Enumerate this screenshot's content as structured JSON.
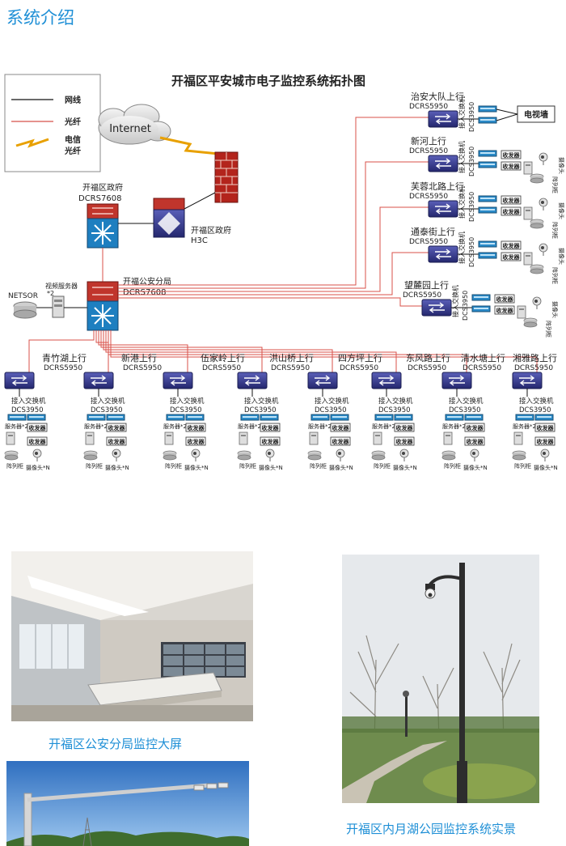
{
  "page": {
    "heading": "系统介绍",
    "diagram_title": "开福区平安城市电子监控系统拓扑图"
  },
  "legend": {
    "items": [
      {
        "label": "网线",
        "color": "#111111"
      },
      {
        "label": "光纤",
        "color": "#d8504a"
      },
      {
        "label": "电信",
        "color": "#e8a000"
      },
      {
        "label": "光纤",
        "color": "#e8a000"
      }
    ]
  },
  "internet_label": "Internet",
  "core": {
    "gov_core": {
      "name": "开福区政府",
      "model": "DCRS7608"
    },
    "gov_router": {
      "name": "开福区政府",
      "model": "H3C"
    },
    "police_core": {
      "name": "开福公安分局",
      "model": "DCRS7608"
    },
    "netsor": "NETSOR",
    "video_server": "视频服务器",
    "video_server_qty": "*2"
  },
  "right_sites": [
    {
      "name": "治安大队上行",
      "model": "DCRS5950",
      "access": "接入交换机",
      "access_model": "DCS3950",
      "extra": "电视墙"
    },
    {
      "name": "新河上行",
      "model": "DCRS5950",
      "access": "接入交换机",
      "access_model": "DCS3950"
    },
    {
      "name": "芙蓉北路上行",
      "model": "DCRS5950",
      "access": "接入交换机",
      "access_model": "DCS3950"
    },
    {
      "name": "通泰街上行",
      "model": "DCRS5950",
      "access": "接入交换机",
      "access_model": "DCS3950"
    },
    {
      "name": "望麓园上行",
      "model": "DCRS5950",
      "access": "接入交换机",
      "access_model": "DCS3950"
    }
  ],
  "bottom_sites": [
    {
      "name": "青竹湖上行",
      "model": "DCRS5950",
      "access": "接入交换机",
      "access_model": "DCS3950"
    },
    {
      "name": "新港上行",
      "model": "DCRS5950",
      "access": "接入交换机",
      "access_model": "DCS3950"
    },
    {
      "name": "伍家岭上行",
      "model": "DCRS5950",
      "access": "接入交换机",
      "access_model": "DCS3950"
    },
    {
      "name": "洪山桥上行",
      "model": "DCRS5950",
      "access": "接入交换机",
      "access_model": "DCS3950"
    },
    {
      "name": "四方坪上行",
      "model": "DCRS5950",
      "access": "接入交换机",
      "access_model": "DCS3950"
    },
    {
      "name": "东风路上行",
      "model": "DCRS5950",
      "access": "接入交换机",
      "access_model": "DCS3950"
    },
    {
      "name": "清水塘上行",
      "model": "DCRS5950",
      "access": "接入交换机",
      "access_model": "DCS3950"
    },
    {
      "name": "湘雅路上行",
      "model": "DCRS5950",
      "access": "接入交换机",
      "access_model": "DCS3950"
    }
  ],
  "device_labels": {
    "transceiver": "收发器",
    "server": "服务器",
    "server_qty": "*2",
    "array": "阵列柜",
    "camera": "摄像头",
    "camera_qty": "*N",
    "camera_vertical": "摄像头",
    "array_vertical": "阵列柜"
  },
  "photos": {
    "control_room_caption": "开福区公安分局监控大屏",
    "park_caption": "开福区内月湖公园监控系统实景"
  }
}
